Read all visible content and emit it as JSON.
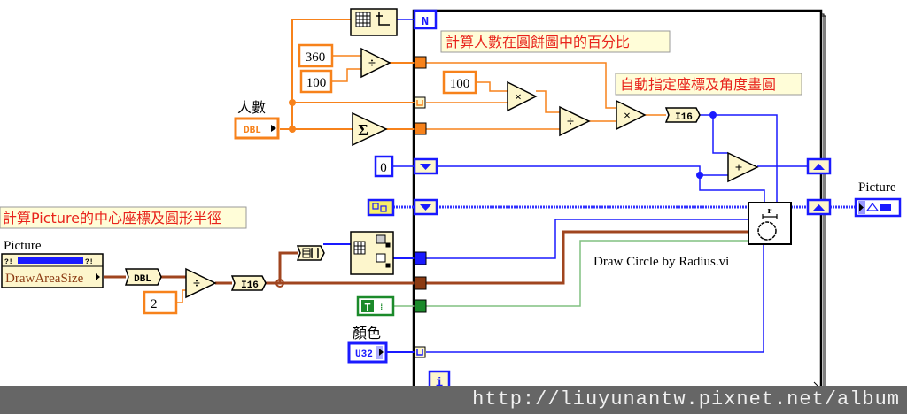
{
  "comments": {
    "percent": "計算人數在圓餅圖中的百分比",
    "auto_draw": "自動指定座標及角度畫圓",
    "center_radius": "計算Picture的中心座標及圓形半徑"
  },
  "constants": {
    "c360": "360",
    "c100a": "100",
    "c100b": "100",
    "zero": "0",
    "two": "2"
  },
  "labels": {
    "people": "人數",
    "color": "顏色",
    "picture_in": "Picture",
    "picture_out": "Picture",
    "draw_area_size": "DrawAreaSize",
    "subvi_name": "Draw Circle by Radius.vi",
    "loop_count": "N",
    "loop_index": "i"
  },
  "terminals": {
    "people_type": "DBL",
    "color_type": "U32",
    "to_dbl": "DBL",
    "to_i16_a": "I16",
    "to_i16_b": "I16"
  },
  "operators": {
    "divide": "÷",
    "multiply": "×",
    "add": "+",
    "sum": "Σ"
  },
  "colors": {
    "orange_wire": "#f7821b",
    "blue_wire": "#1a1aff",
    "brown_wire": "#a0451f",
    "green_wire": "#80c080",
    "node_fill": "#fdf6cc",
    "comment_fill": "#fffdd8",
    "comment_text": "#e8241c",
    "tunnel_orange": "#f7821b",
    "tunnel_green": "#1b8a2a",
    "tunnel_blue": "#1a1aff",
    "tunnel_brown": "#8b3a12"
  },
  "footer": {
    "url": "http://liuyunantw.pixnet.net/album"
  }
}
